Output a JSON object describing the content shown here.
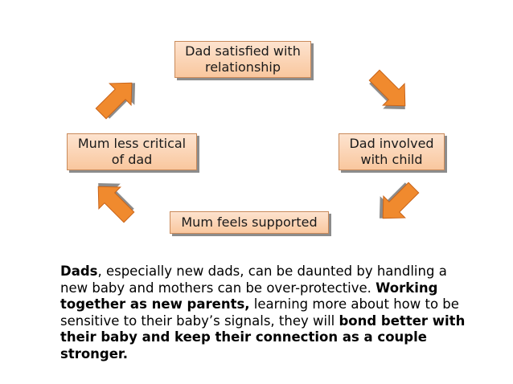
{
  "cycle": {
    "top": "Dad satisfied with relationship",
    "right": "Dad involved with child",
    "bottom": "Mum feels supported",
    "left": "Mum less critical of dad"
  },
  "caption": {
    "p1_bold": "Dads",
    "p1_text": ", especially new dads, can be daunted by handling a new baby and mothers can be over-protective.",
    "p2_bold": "Working together as new parents,",
    "p2_text": " learning more about how to be sensitive to their baby’s signals, they will ",
    "p3_bold": "bond better with their baby and keep their connection as a couple stronger."
  },
  "colors": {
    "box_fill_top": "#fde3cf",
    "box_fill_bottom": "#f9c79e",
    "arrow": "#f08a2e",
    "shadow": "#8c8c8c"
  }
}
